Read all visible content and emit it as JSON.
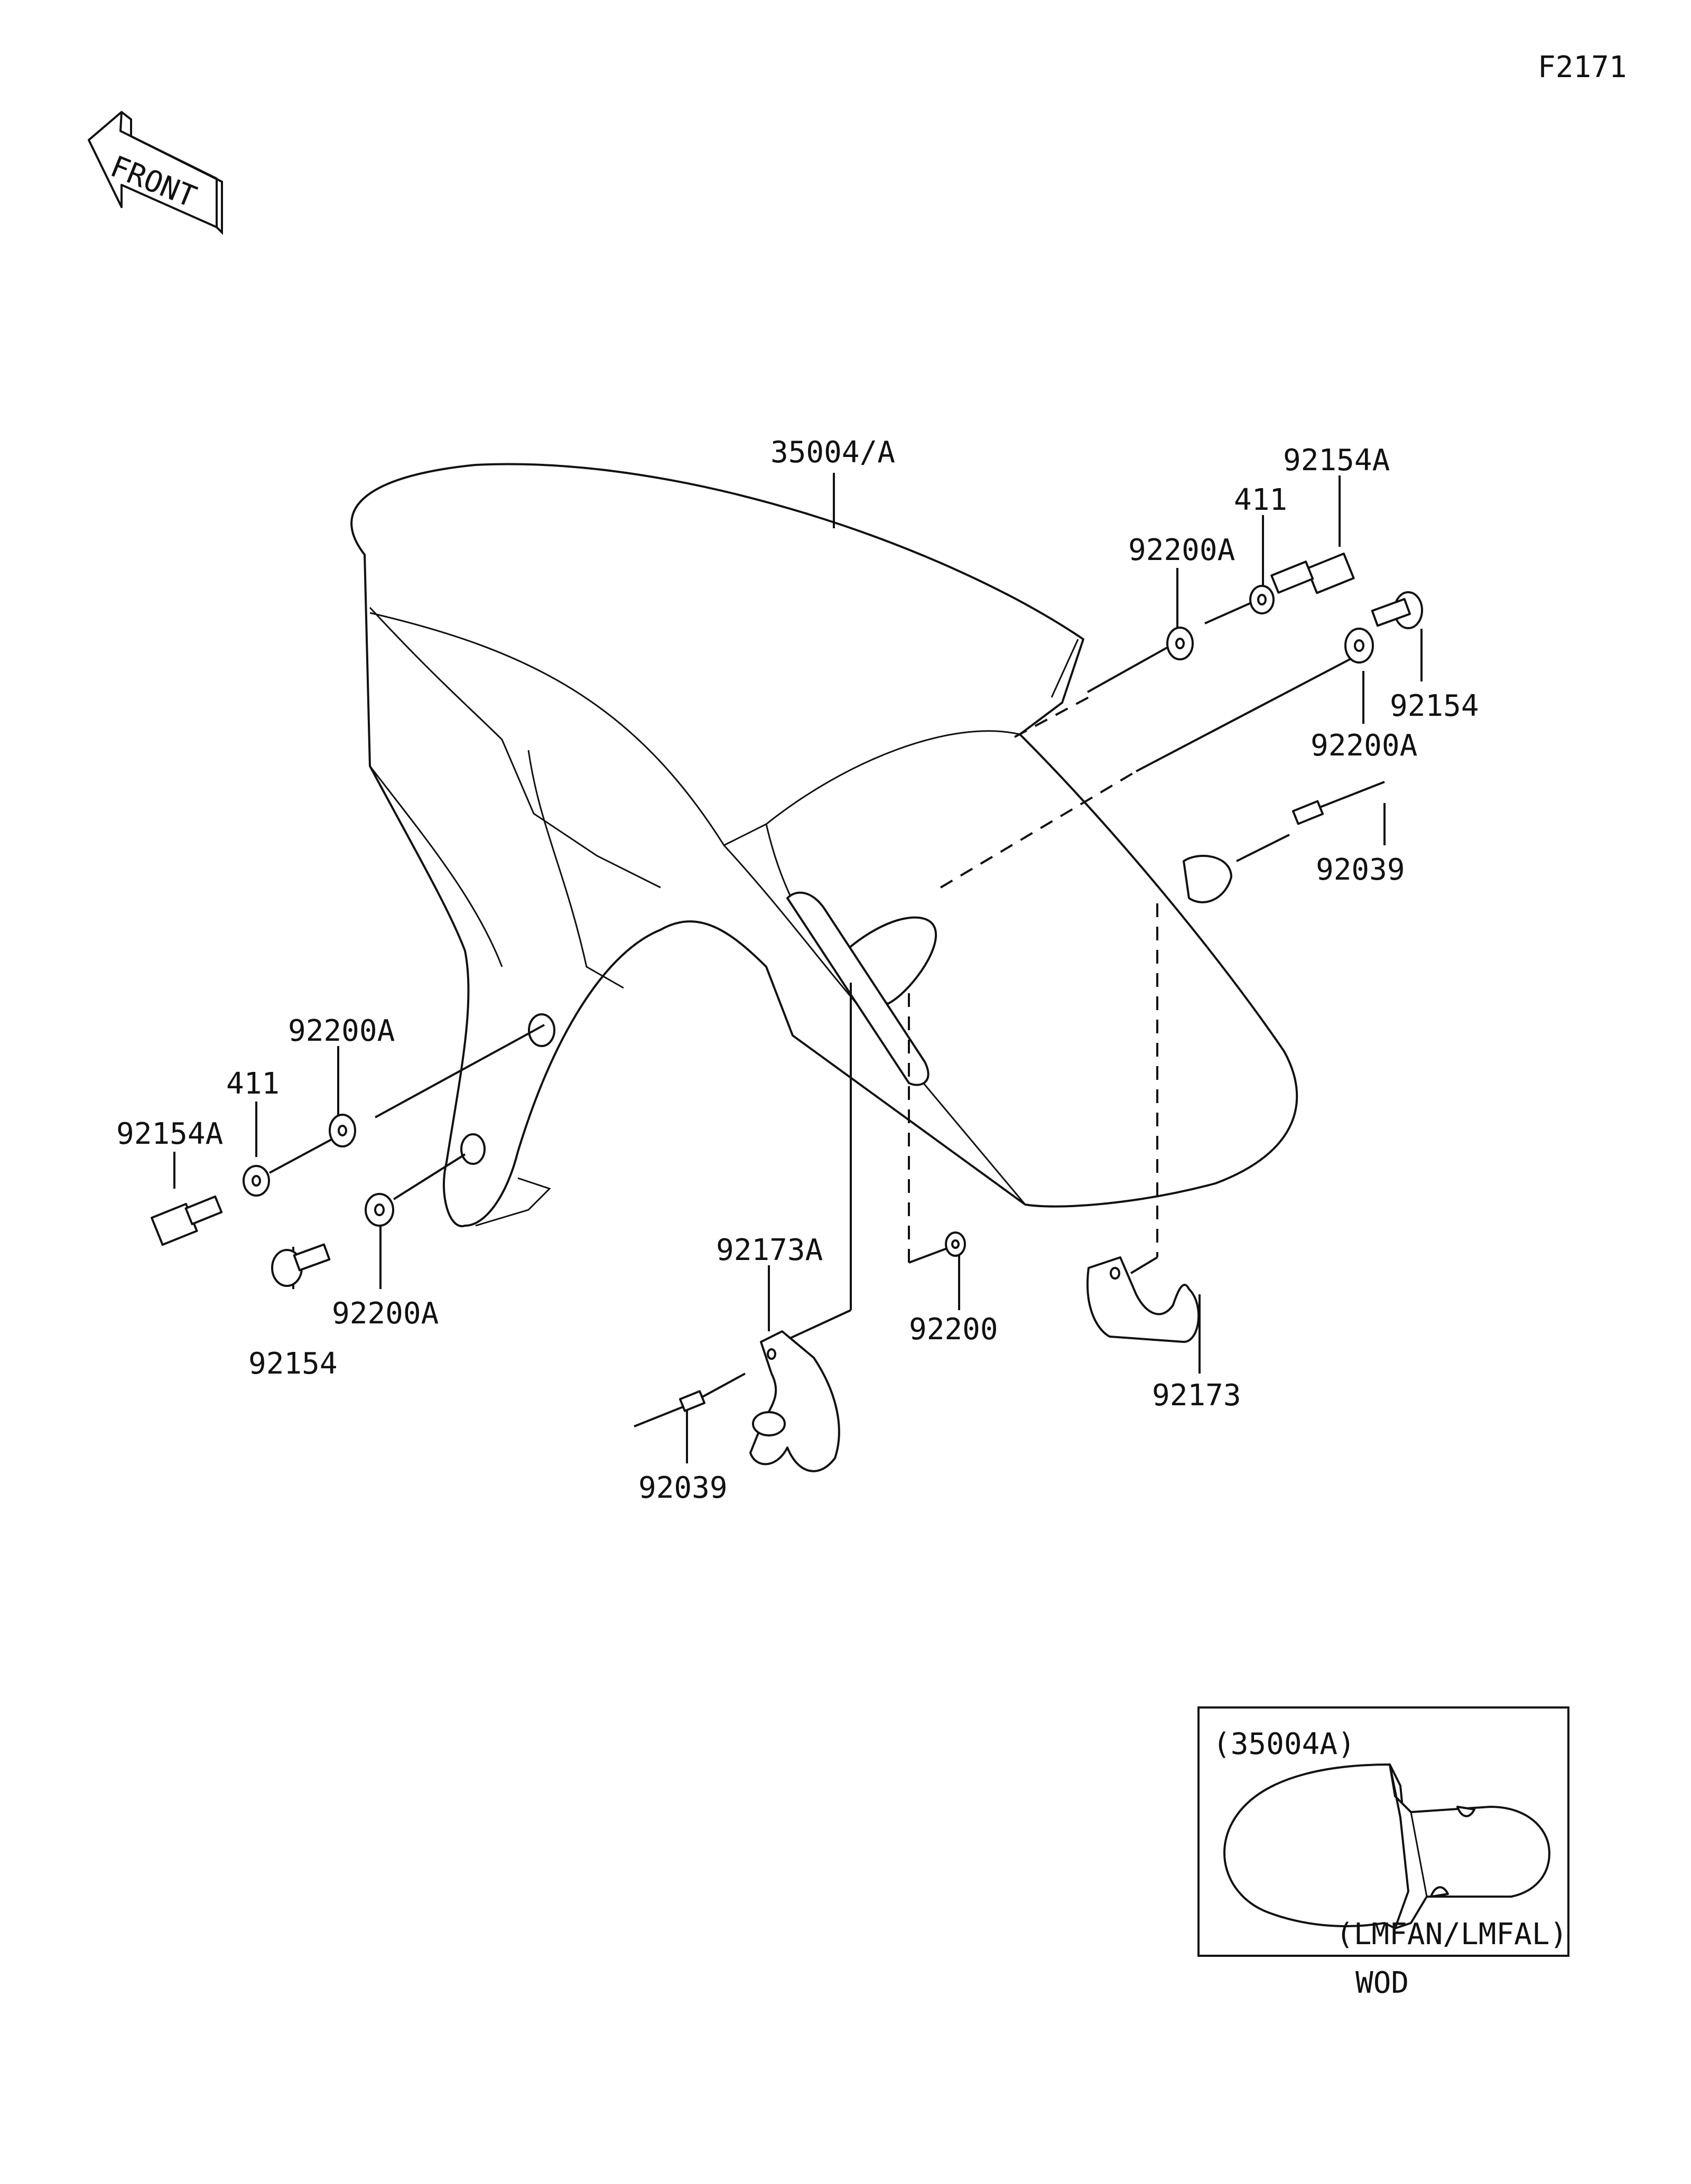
{
  "figure_code": "F2171",
  "front_arrow_label": "FRONT",
  "parts": {
    "fender": "35004/A",
    "washer_front_upper": "92200A",
    "collar_upper": "411",
    "bolt_a_upper": "92154A",
    "bolt_upper": "92154",
    "washer_rear_upper": "92200A",
    "rivet_right": "92039",
    "washer_left_upper": "92200A",
    "collar_left": "411",
    "bolt_a_left": "92154A",
    "bolt_left": "92154",
    "washer_left_lower": "92200A",
    "bracket_a": "92173A",
    "rivet_left": "92039",
    "washer_small": "92200",
    "bracket": "92173"
  },
  "inset": {
    "part_ref": "(35004A)",
    "models": "(LMFAN/LMFAL)",
    "color_code": "WOD"
  }
}
